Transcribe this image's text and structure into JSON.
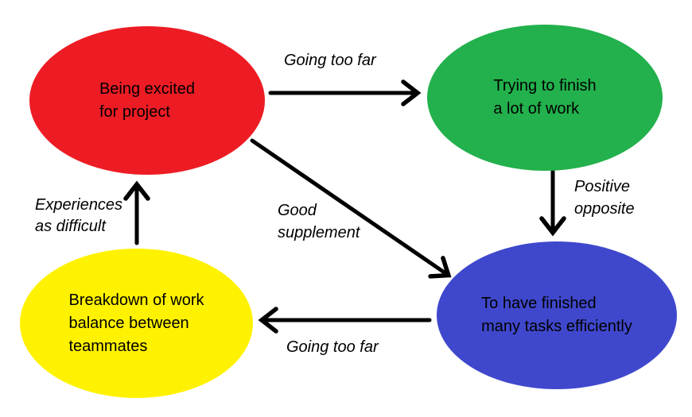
{
  "diagram": {
    "background_color": "#FFFFFF",
    "arrow_color": "#000000",
    "text_color": "#000000",
    "nodes": {
      "excited": {
        "line1": "Being excited",
        "line2": "for project",
        "color": "#ED1C24"
      },
      "trying": {
        "line1": "Trying to finish",
        "line2": "a lot of work",
        "color": "#22B14C"
      },
      "finished": {
        "line1": "To have finished",
        "line2": "many tasks efficiently",
        "color": "#3F48CC"
      },
      "breakdown": {
        "line1": "Breakdown of work",
        "line2": "balance between",
        "line3": "teammates",
        "color": "#FFF200"
      }
    },
    "edges": {
      "excited_to_trying": {
        "label": "Going too far"
      },
      "trying_to_finished": {
        "line1": "Positive",
        "line2": "opposite"
      },
      "excited_to_finished": {
        "line1": "Good",
        "line2": "supplement"
      },
      "finished_to_breakdown": {
        "label": "Going too far"
      },
      "breakdown_to_excited": {
        "line1": "Experiences",
        "line2": "as difficult"
      }
    }
  }
}
